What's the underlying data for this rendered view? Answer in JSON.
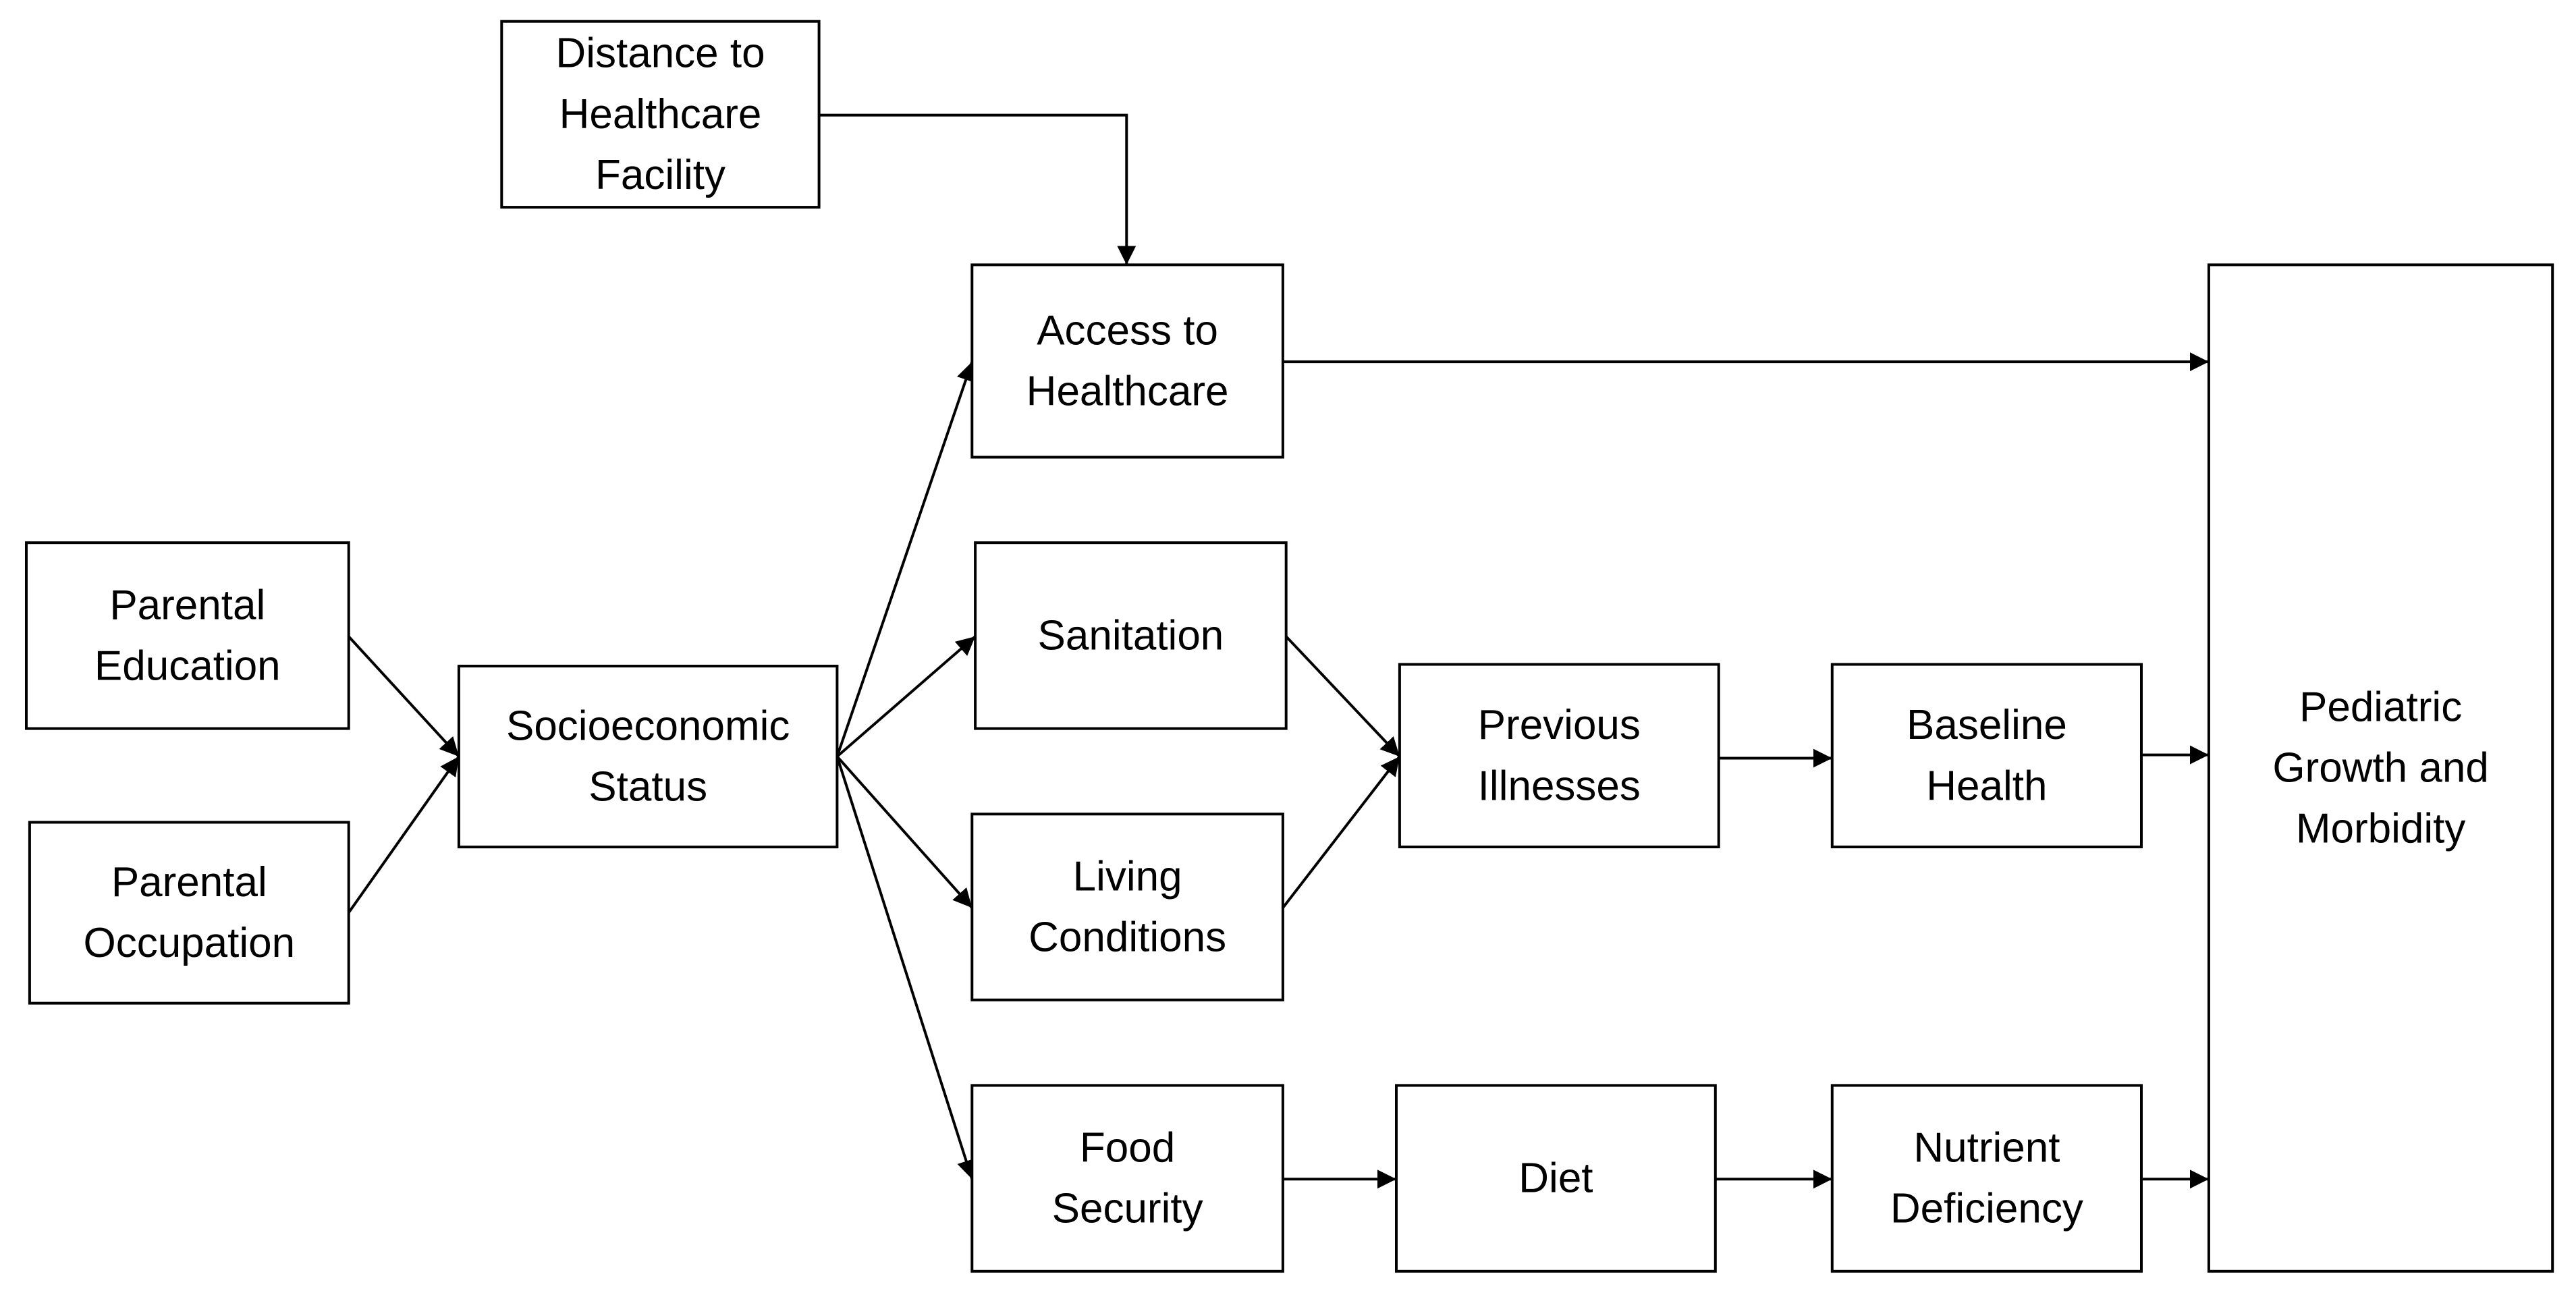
{
  "nodes": {
    "distance_to_healthcare_facility": {
      "lines": [
        "Distance to",
        "Healthcare",
        "Facility"
      ]
    },
    "access_to_healthcare": {
      "lines": [
        "Access to",
        "Healthcare"
      ]
    },
    "parental_education": {
      "lines": [
        "Parental",
        "Education"
      ]
    },
    "parental_occupation": {
      "lines": [
        "Parental",
        "Occupation"
      ]
    },
    "socioeconomic_status": {
      "lines": [
        "Socioeconomic",
        "Status"
      ]
    },
    "sanitation": {
      "lines": [
        "Sanitation"
      ]
    },
    "living_conditions": {
      "lines": [
        "Living",
        "Conditions"
      ]
    },
    "food_security": {
      "lines": [
        "Food",
        "Security"
      ]
    },
    "previous_illnesses": {
      "lines": [
        "Previous",
        "Illnesses"
      ]
    },
    "baseline_health": {
      "lines": [
        "Baseline",
        "Health"
      ]
    },
    "diet": {
      "lines": [
        "Diet"
      ]
    },
    "nutrient_deficiency": {
      "lines": [
        "Nutrient",
        "Deficiency"
      ]
    },
    "pediatric_growth_and_morbidity": {
      "lines": [
        "Pediatric",
        "Growth and",
        "Morbidity"
      ]
    }
  },
  "edges": [
    {
      "from": "distance_to_healthcare_facility",
      "to": "access_to_healthcare"
    },
    {
      "from": "parental_education",
      "to": "socioeconomic_status"
    },
    {
      "from": "parental_occupation",
      "to": "socioeconomic_status"
    },
    {
      "from": "socioeconomic_status",
      "to": "access_to_healthcare"
    },
    {
      "from": "socioeconomic_status",
      "to": "sanitation"
    },
    {
      "from": "socioeconomic_status",
      "to": "living_conditions"
    },
    {
      "from": "socioeconomic_status",
      "to": "food_security"
    },
    {
      "from": "access_to_healthcare",
      "to": "pediatric_growth_and_morbidity"
    },
    {
      "from": "sanitation",
      "to": "previous_illnesses"
    },
    {
      "from": "living_conditions",
      "to": "previous_illnesses"
    },
    {
      "from": "previous_illnesses",
      "to": "baseline_health"
    },
    {
      "from": "baseline_health",
      "to": "pediatric_growth_and_morbidity"
    },
    {
      "from": "food_security",
      "to": "diet"
    },
    {
      "from": "diet",
      "to": "nutrient_deficiency"
    },
    {
      "from": "nutrient_deficiency",
      "to": "pediatric_growth_and_morbidity"
    }
  ]
}
